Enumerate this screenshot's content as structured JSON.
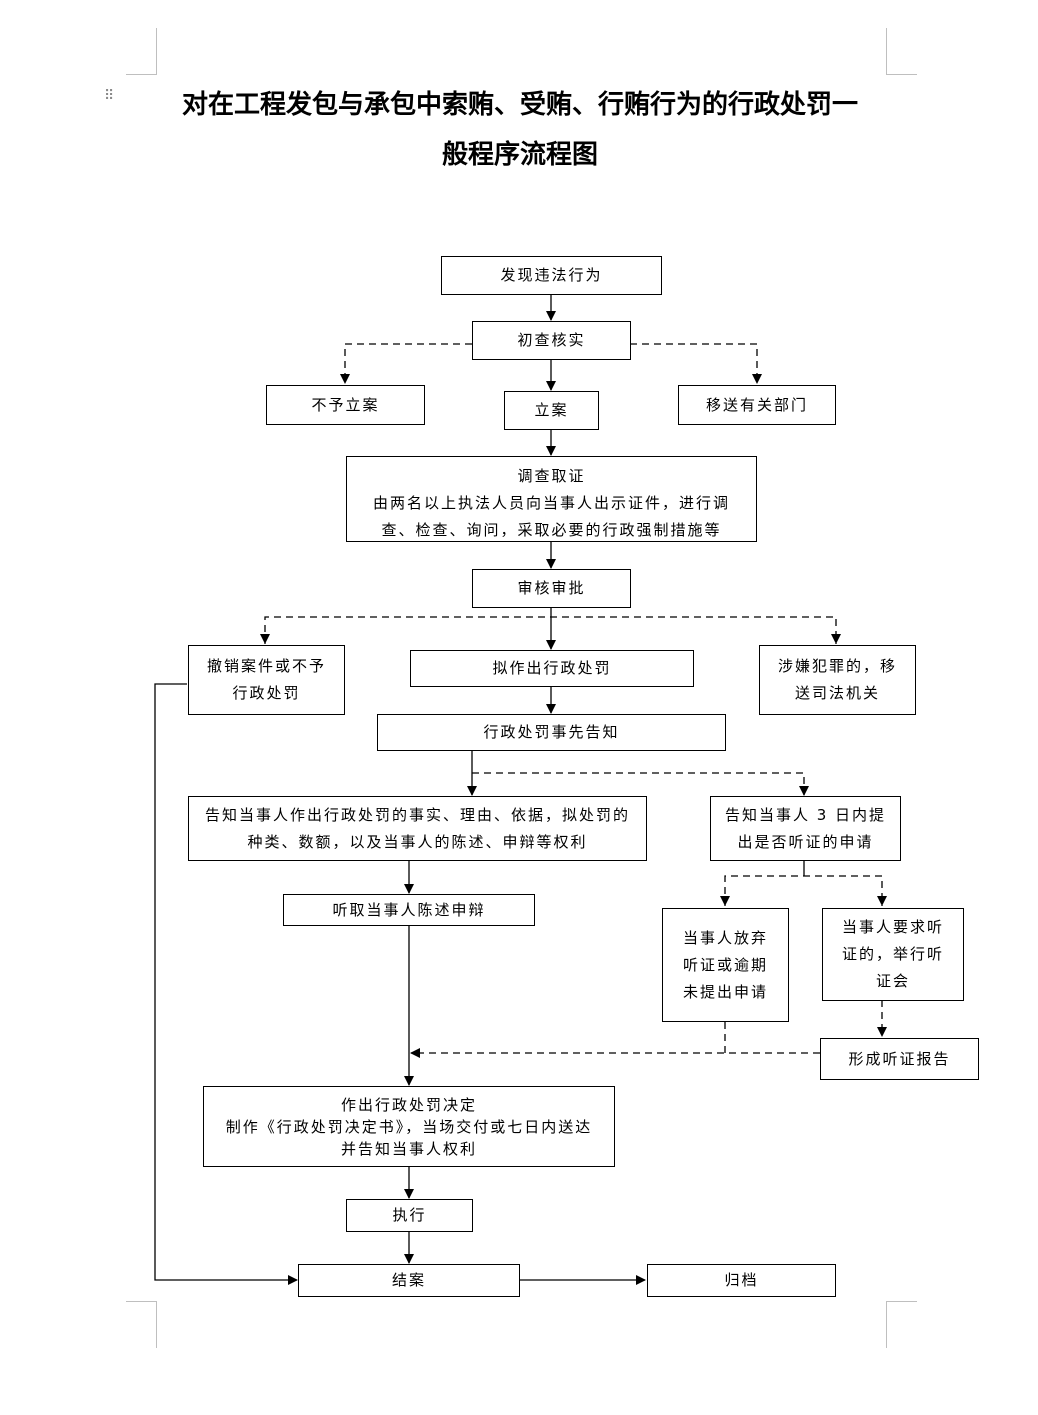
{
  "title": {
    "line1": "对在工程发包与承包中索贿、受贿、行贿行为的行政处罚一",
    "line2": "般程序流程图"
  },
  "nodes": {
    "discover": "发现违法行为",
    "preliminary_check": "初查核实",
    "no_case": "不予立案",
    "file_case": "立案",
    "transfer_dept": "移送有关部门",
    "investigate": {
      "line1": "调查取证",
      "line2": "由两名以上执法人员向当事人出示证件，进行调",
      "line3": "查、检查、询问，采取必要的行政强制措施等"
    },
    "review": "审核审批",
    "revoke": {
      "line1": "撤销案件或不予",
      "line2": "行政处罚"
    },
    "plan_penalty": "拟作出行政处罚",
    "crime": {
      "line1": "涉嫌犯罪的，移",
      "line2": "送司法机关"
    },
    "prior_notice": "行政处罚事先告知",
    "notify_facts": {
      "line1": "告知当事人作出行政处罚的事实、理由、依据，拟处罚的",
      "line2": "种类、数额，以及当事人的陈述、申辩等权利"
    },
    "notify_hearing": {
      "line1": "告知当事人 3 日内提",
      "line2": "出是否听证的申请"
    },
    "hear_statement": "听取当事人陈述申辩",
    "waive_hearing": {
      "line1": "当事人放弃",
      "line2": "听证或逾期",
      "line3": "未提出申请"
    },
    "request_hearing": {
      "line1": "当事人要求听",
      "line2": "证的，举行听",
      "line3": "证会"
    },
    "hearing_report": "形成听证报告",
    "decision": {
      "line1": "作出行政处罚决定",
      "line2": "制作《行政处罚决定书》，当场交付或七日内送达",
      "line3": "并告知当事人权利"
    },
    "execute": "执行",
    "close_case": "结案",
    "archive": "归档"
  }
}
